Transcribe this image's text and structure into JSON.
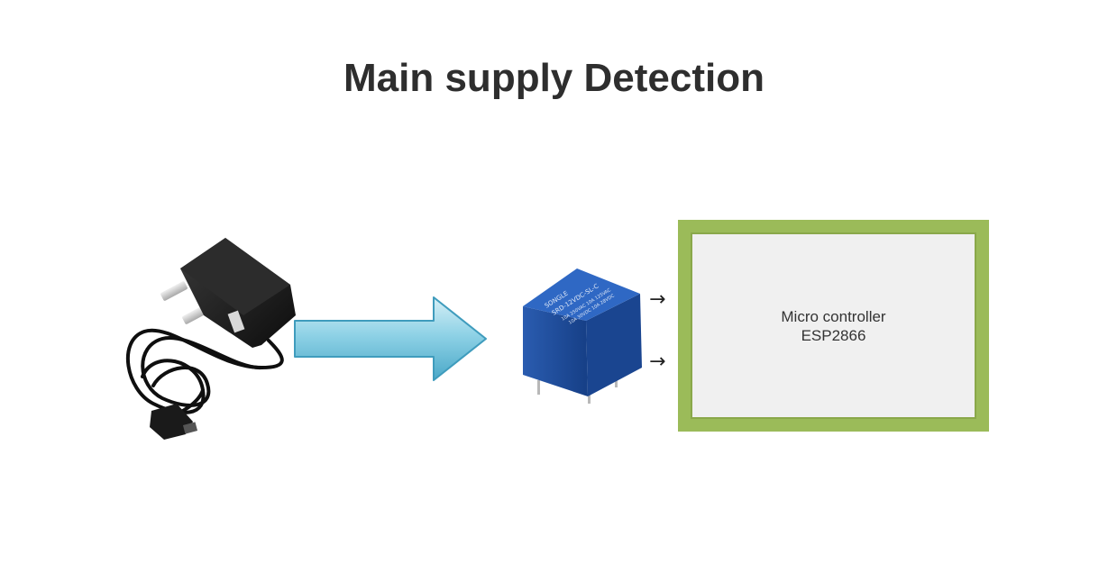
{
  "title": "Main supply Detection",
  "adapter": {
    "icon": "wall-power-adapter"
  },
  "flow_arrow": {
    "icon": "right-arrow",
    "color": "#6cc4dc"
  },
  "relay": {
    "icon": "relay",
    "color": "#1e4fa0",
    "markings": [
      "SONGLE",
      "SRD-12VDC-SL-C",
      "10A 250VAC 10A 125VAC",
      "10A 30VDC 10A 28VDC"
    ]
  },
  "connections": [
    {
      "symbol": "→"
    },
    {
      "symbol": "→"
    }
  ],
  "microcontroller": {
    "line1": "Micro controller",
    "line2": "ESP2866",
    "border_color": "#9bbb59",
    "fill_color": "#f0f0f0"
  }
}
